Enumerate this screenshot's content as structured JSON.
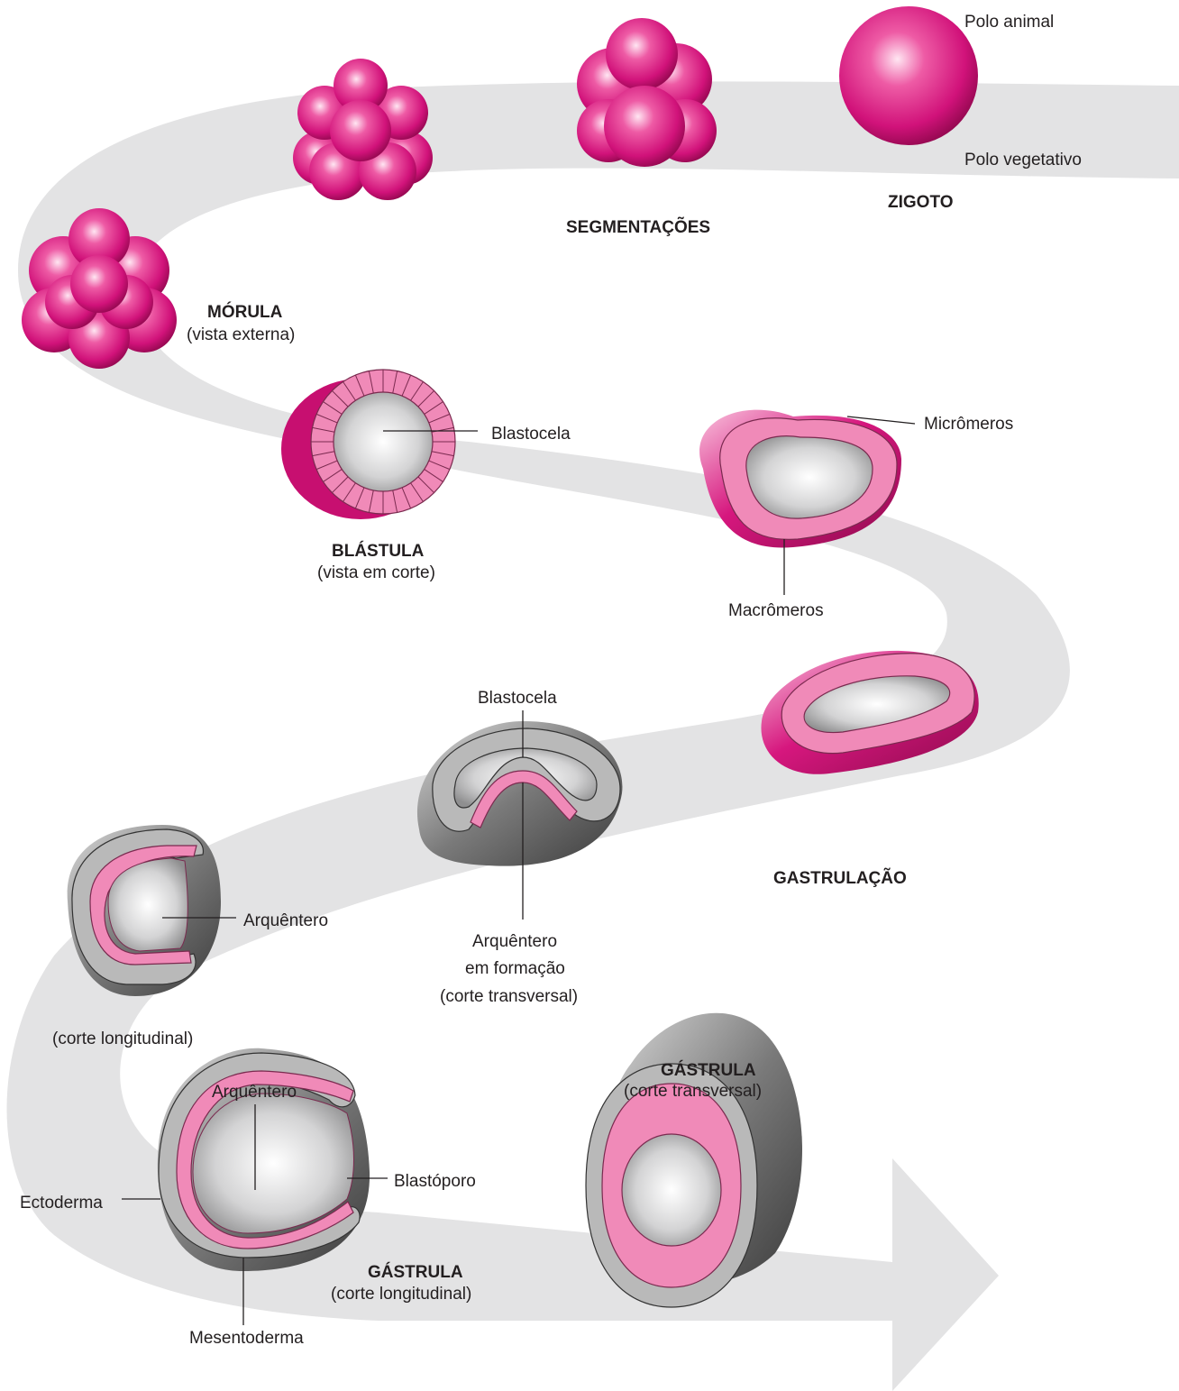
{
  "stages": {
    "zigoto": {
      "title": "ZIGOTO",
      "pole_top": "Polo animal",
      "pole_bottom": "Polo vegetativo"
    },
    "segmentacoes": {
      "title": "SEGMENTAÇÕES"
    },
    "morula": {
      "title": "MÓRULA",
      "subtitle": "(vista externa)"
    },
    "blastula": {
      "title": "BLÁSTULA",
      "subtitle": "(vista em corte)",
      "cavity": "Blastocela"
    },
    "blastula_poles": {
      "top": "Micrômeros",
      "bottom": "Macrômeros"
    },
    "gastrulacao": {
      "title": "GASTRULAÇÃO",
      "cavity": "Blastocela",
      "forming_line1": "Arquêntero",
      "forming_line2": "em formação",
      "forming_line3": "(corte transversal)",
      "long_label": "Arquêntero",
      "long_caption": "(corte longitudinal)"
    },
    "gastrula_long": {
      "title": "GÁSTRULA",
      "subtitle": "(corte longitudinal)",
      "arquentero": "Arquêntero",
      "blastoporo": "Blastóporo",
      "ectoderma": "Ectoderma",
      "mesentoderma": "Mesentoderma"
    },
    "gastrula_trans": {
      "title": "GÁSTRULA",
      "subtitle": "(corte transversal)"
    }
  },
  "colors": {
    "band": "#e3e3e4",
    "magenta": "#d6177e",
    "pink_cell": "#f08ab8",
    "ecto_cell": "#b9b9b9",
    "gray_body": "#7a7a7a",
    "text": "#231f20"
  }
}
